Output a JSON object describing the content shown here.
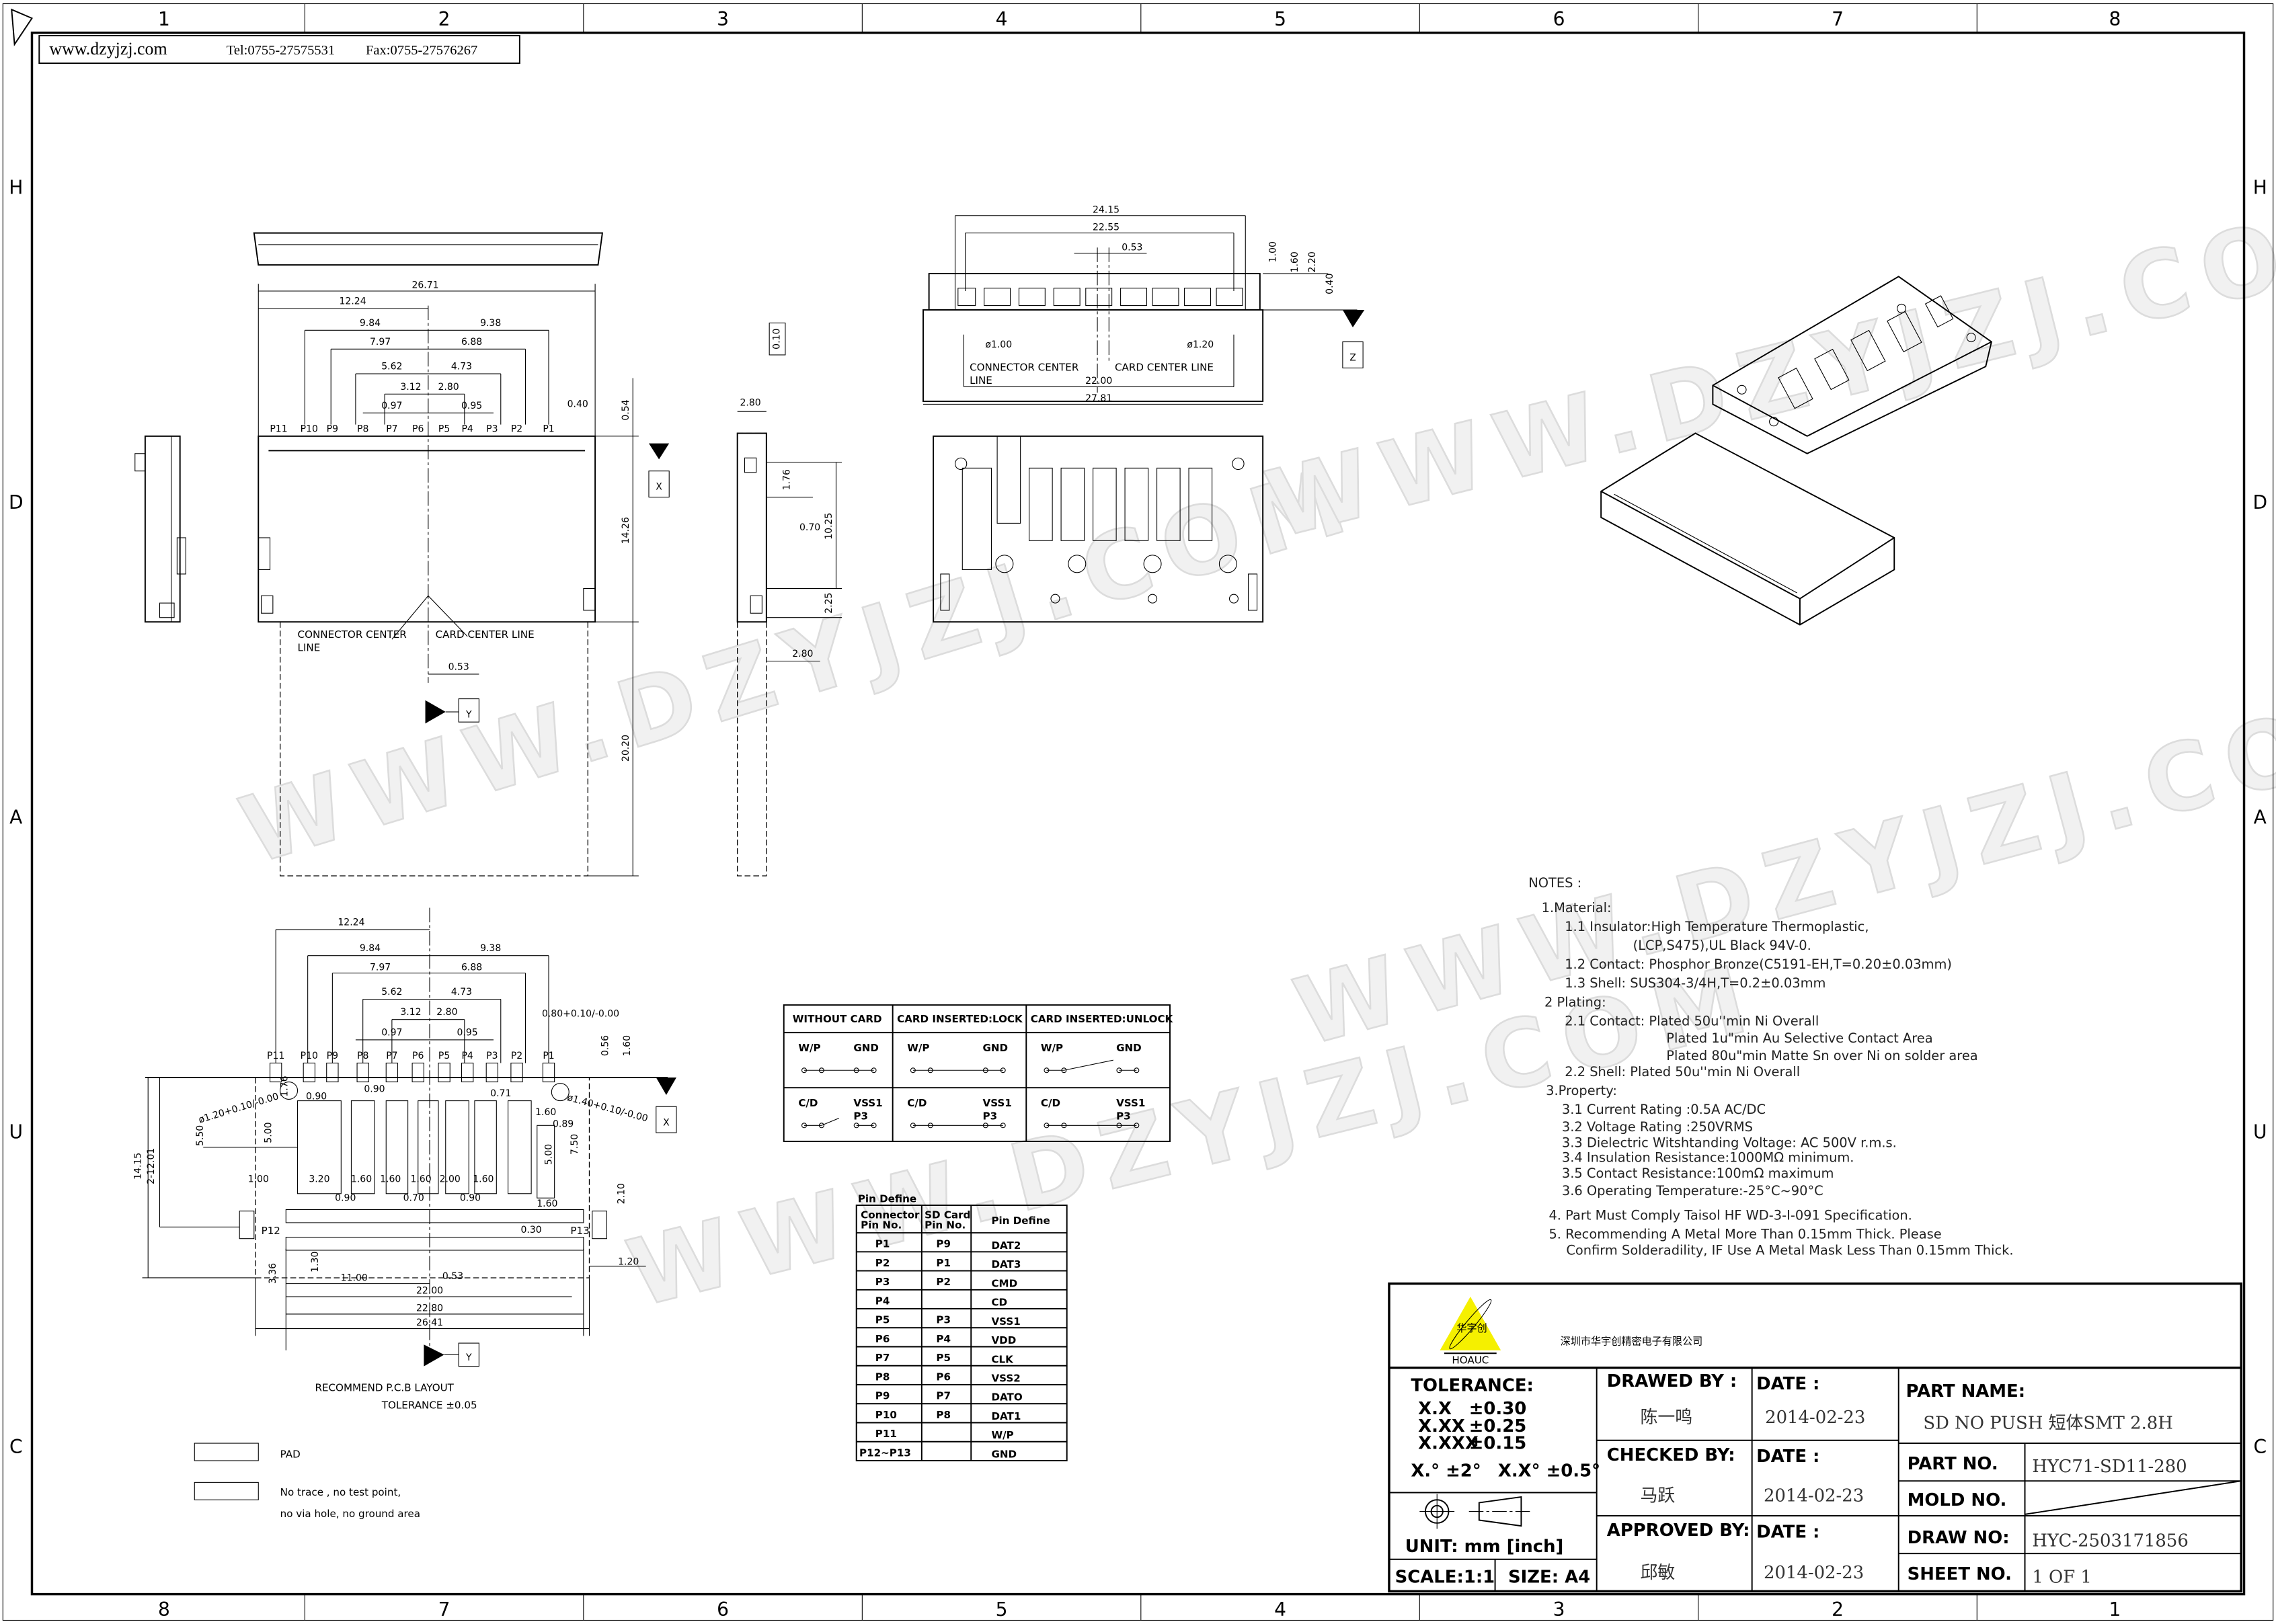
{
  "header": {
    "website": "www.dzyjzj.com",
    "tel": "Tel:0755-27575531",
    "fax": "Fax:0755-27576267"
  },
  "border": {
    "columns_top": [
      "1",
      "2",
      "3",
      "4",
      "5",
      "6",
      "7",
      "8"
    ],
    "columns_bottom": [
      "8",
      "7",
      "6",
      "5",
      "4",
      "3",
      "2",
      "1"
    ],
    "rows": [
      "H",
      "D",
      "A",
      "U",
      "C"
    ]
  },
  "watermark": [
    "WWW.DZYJZJ.COM",
    "WWW.DZYJZJ.COM",
    "WWW.DZYJZJ.COM",
    "WWW.DZYJZJ.COM"
  ],
  "top_view": {
    "dims": [
      "26.71",
      "12.24",
      "9.84",
      "9.38",
      "7.97",
      "6.88",
      "5.62",
      "4.73",
      "3.12",
      "2.80",
      "0.97",
      "0.95",
      "0.40",
      "0.54",
      "14.26",
      "20.20",
      "0.53"
    ],
    "pins": [
      "P11",
      "P10",
      "P9",
      "P8",
      "P7",
      "P6",
      "P5",
      "P4",
      "P3",
      "P2",
      "P1"
    ],
    "connector_center_line": "CONNECTOR  CENTER",
    "connector_center_line_2": "LINE",
    "card_center_line": "CARD  CENTER  LINE",
    "datum_x": "X",
    "datum_y": "Y"
  },
  "side_view": {
    "dims": [
      "2.80",
      "0.10",
      "1.76",
      "10.25",
      "0.70",
      "2.25",
      "2.80"
    ]
  },
  "front_view": {
    "dims": [
      "24.15",
      "22.55",
      "0.53",
      "1.00",
      "1.60",
      "2.20",
      "0.40",
      "ø1.00",
      "ø1.20",
      "22.00",
      "27.81"
    ],
    "connector_center_line": "CONNECTOR  CENTER",
    "connector_center_line_2": "LINE",
    "card_center_line": "CARD  CENTER  LINE",
    "datum_z": "Z"
  },
  "pcb_layout": {
    "dims": [
      "12.24",
      "9.84",
      "9.38",
      "7.97",
      "6.88",
      "5.62",
      "4.73",
      "3.12",
      "2.80",
      "0.97",
      "0.95",
      "0.80+0.10/-0.00",
      "0.56",
      "1.60",
      "1.76",
      "ø1.20+0.10/-0.00",
      "0.90",
      "0.90",
      "0.71",
      "ø1.40+0.10/-0.00",
      "1.60",
      "0.89",
      "5.50",
      "5.00",
      "7.50",
      "5.00",
      "14.15",
      "2-12.01",
      "1.00",
      "3.20",
      "1.60",
      "1.60",
      "1.60",
      "2.00",
      "1.60",
      "0.90",
      "0.70",
      "0.90",
      "1.60",
      "2.10",
      "0.30",
      "3.36",
      "1.30",
      "11.00",
      "0.53",
      "22.00",
      "22.80",
      "26.41",
      "1.20"
    ],
    "pins": [
      "P11",
      "P10",
      "P9",
      "P8",
      "P7",
      "P6",
      "P5",
      "P4",
      "P3",
      "P2",
      "P1"
    ],
    "p12": "P12",
    "p13": "P13",
    "title": "RECOMMEND  P.C.B  LAYOUT",
    "tolerance": "TOLERANCE  ±0.05",
    "datum_x": "X",
    "datum_y": "Y"
  },
  "legend": {
    "pad": "PAD",
    "keepout_1": "No  trace ,  no  test  point,",
    "keepout_2": "no  via  hole,  no  ground  area"
  },
  "switch_table": {
    "headers": [
      "WITHOUT  CARD",
      "CARD  INSERTED:LOCK",
      "CARD  INSERTED:UNLOCK"
    ],
    "wp": "W/P",
    "gnd": "GND",
    "cd": "C/D",
    "vss1": "VSS1",
    "p3": "P3"
  },
  "pin_table": {
    "title": "Pin  Define",
    "headers": [
      "Connector",
      "Pin  No.",
      "SD  Card",
      "Pin  No.",
      "Pin  Define"
    ],
    "rows": [
      [
        "P1",
        "P9",
        "DAT2"
      ],
      [
        "P2",
        "P1",
        "DAT3"
      ],
      [
        "P3",
        "P2",
        "CMD"
      ],
      [
        "P4",
        "",
        "CD"
      ],
      [
        "P5",
        "P3",
        "VSS1"
      ],
      [
        "P6",
        "P4",
        "VDD"
      ],
      [
        "P7",
        "P5",
        "CLK"
      ],
      [
        "P8",
        "P6",
        "VSS2"
      ],
      [
        "P9",
        "P7",
        "DATO"
      ],
      [
        "P10",
        "P8",
        "DAT1"
      ],
      [
        "P11",
        "",
        "W/P"
      ],
      [
        "P12~P13",
        "",
        "GND"
      ]
    ]
  },
  "notes": {
    "title": "NOTES  :",
    "lines": [
      "1.Material:",
      "1.1  Insulator:High  Temperature  Thermoplastic,",
      "(LCP,S475),UL  Black  94V-0.",
      "1.2  Contact:  Phosphor  Bronze(C5191-EH,T=0.20±0.03mm)",
      "1.3  Shell:  SUS304-3/4H,T=0.2±0.03mm",
      "2  Plating:",
      "2.1  Contact:  Plated  50u''min  Ni  Overall",
      "Plated  1u\"min  Au  Selective  Contact  Area",
      "Plated  80u\"min  Matte  Sn  over  Ni  on  solder  area",
      "2.2  Shell:  Plated  50u''min  Ni  Overall",
      "3.Property:",
      "3.1  Current  Rating  :0.5A  AC/DC",
      "3.2  Voltage  Rating  :250VRMS",
      "3.3  Dielectric  Witshtanding  Voltage:  AC  500V  r.m.s.",
      "3.4  Insulation  Resistance:1000MΩ  minimum.",
      "3.5  Contact  Resistance:100mΩ  maximum",
      "3.6  Operating  Temperature:-25°C~90°C",
      "4.  Part  Must  Comply  Taisol  HF  WD-3-I-091  Specification.",
      "5.  Recommending  A  Metal  More  Than   0.15mm  Thick.  Please",
      "Confirm  Solderadility,  IF  Use  A  Metal  Mask  Less  Than  0.15mm  Thick."
    ]
  },
  "title_block": {
    "company": "深圳市华宇创精密电子有限公司",
    "logo_text": "华宇创",
    "logo_brand": "HOAUC",
    "tolerance_label": "TOLERANCE:",
    "tol": [
      [
        "X.X",
        "±0.30"
      ],
      [
        "X.XX",
        "±0.25"
      ],
      [
        "X.XXX",
        "±0.15"
      ]
    ],
    "angle_tol_1": "X.°  ±2°",
    "angle_tol_2": "X.X°  ±0.5°",
    "unit": "UNIT:  mm  [inch]",
    "scale": "SCALE:1:1",
    "size": "SIZE:  A4",
    "drawed_by_label": "DRAWED  BY  :",
    "drawed_by": "陈一鸣",
    "checked_by_label": "CHECKED  BY:",
    "checked_by": "马跃",
    "approved_by_label": "APPROVED  BY:",
    "approved_by": "邱敏",
    "date_label": "DATE  :",
    "dates": [
      "2014-02-23",
      "2014-02-23",
      "2014-02-23"
    ],
    "part_name_label": "PART  NAME:",
    "part_name": "SD  NO  PUSH  短体SMT  2.8H",
    "part_no_label": "PART  NO.",
    "part_no": "HYC71-SD11-280",
    "mold_no_label": "MOLD  NO.",
    "draw_no_label": "DRAW  NO:",
    "draw_no": "HYC-2503171856",
    "sheet_no_label": "SHEET  NO.",
    "sheet_no": "1  OF  1"
  },
  "colors": {
    "logo_yellow": "#f5f000",
    "line": "#000000",
    "watermark": "#dcdcdc"
  }
}
